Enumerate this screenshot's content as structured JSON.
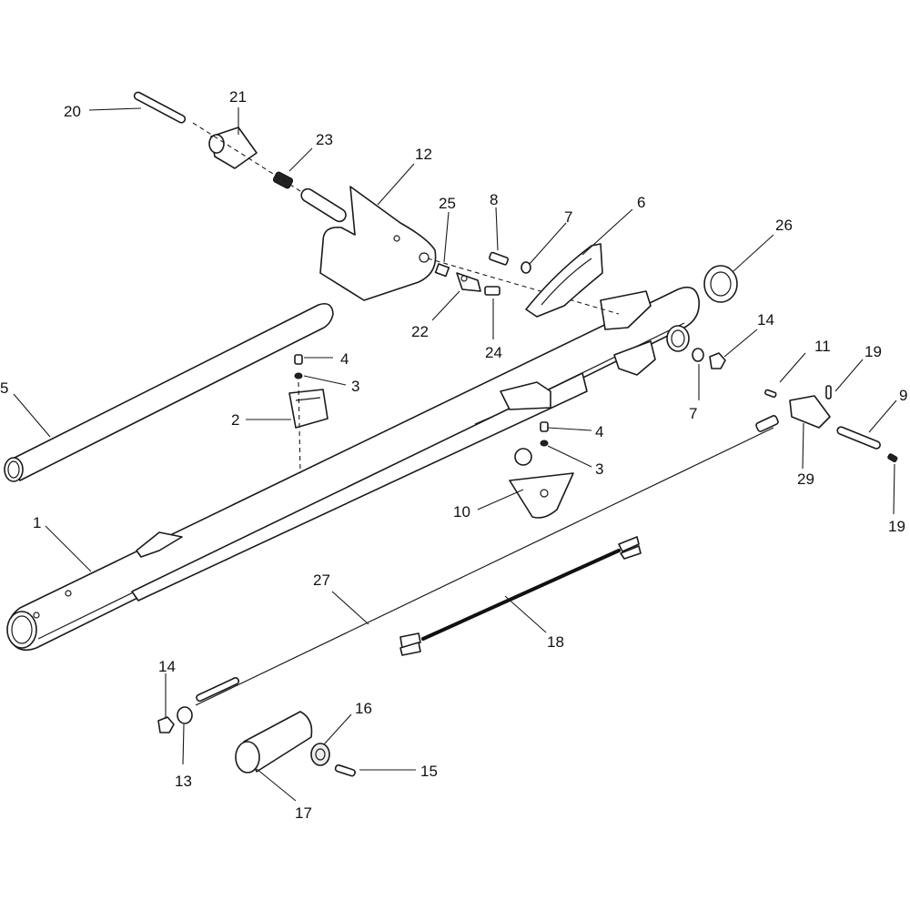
{
  "labels": {
    "l1": "1",
    "l2": "2",
    "l3a": "3",
    "l3b": "3",
    "l4a": "4",
    "l4b": "4",
    "l5": "5",
    "l6": "6",
    "l7a": "7",
    "l7b": "7",
    "l8": "8",
    "l9": "9",
    "l10": "10",
    "l11": "11",
    "l12": "12",
    "l13": "13",
    "l14a": "14",
    "l14b": "14",
    "l15": "15",
    "l16": "16",
    "l17": "17",
    "l18": "18",
    "l19a": "19",
    "l19b": "19",
    "l20": "20",
    "l21": "21",
    "l22": "22",
    "l23": "23",
    "l24": "24",
    "l25": "25",
    "l26": "26",
    "l27": "27",
    "l29": "29"
  }
}
